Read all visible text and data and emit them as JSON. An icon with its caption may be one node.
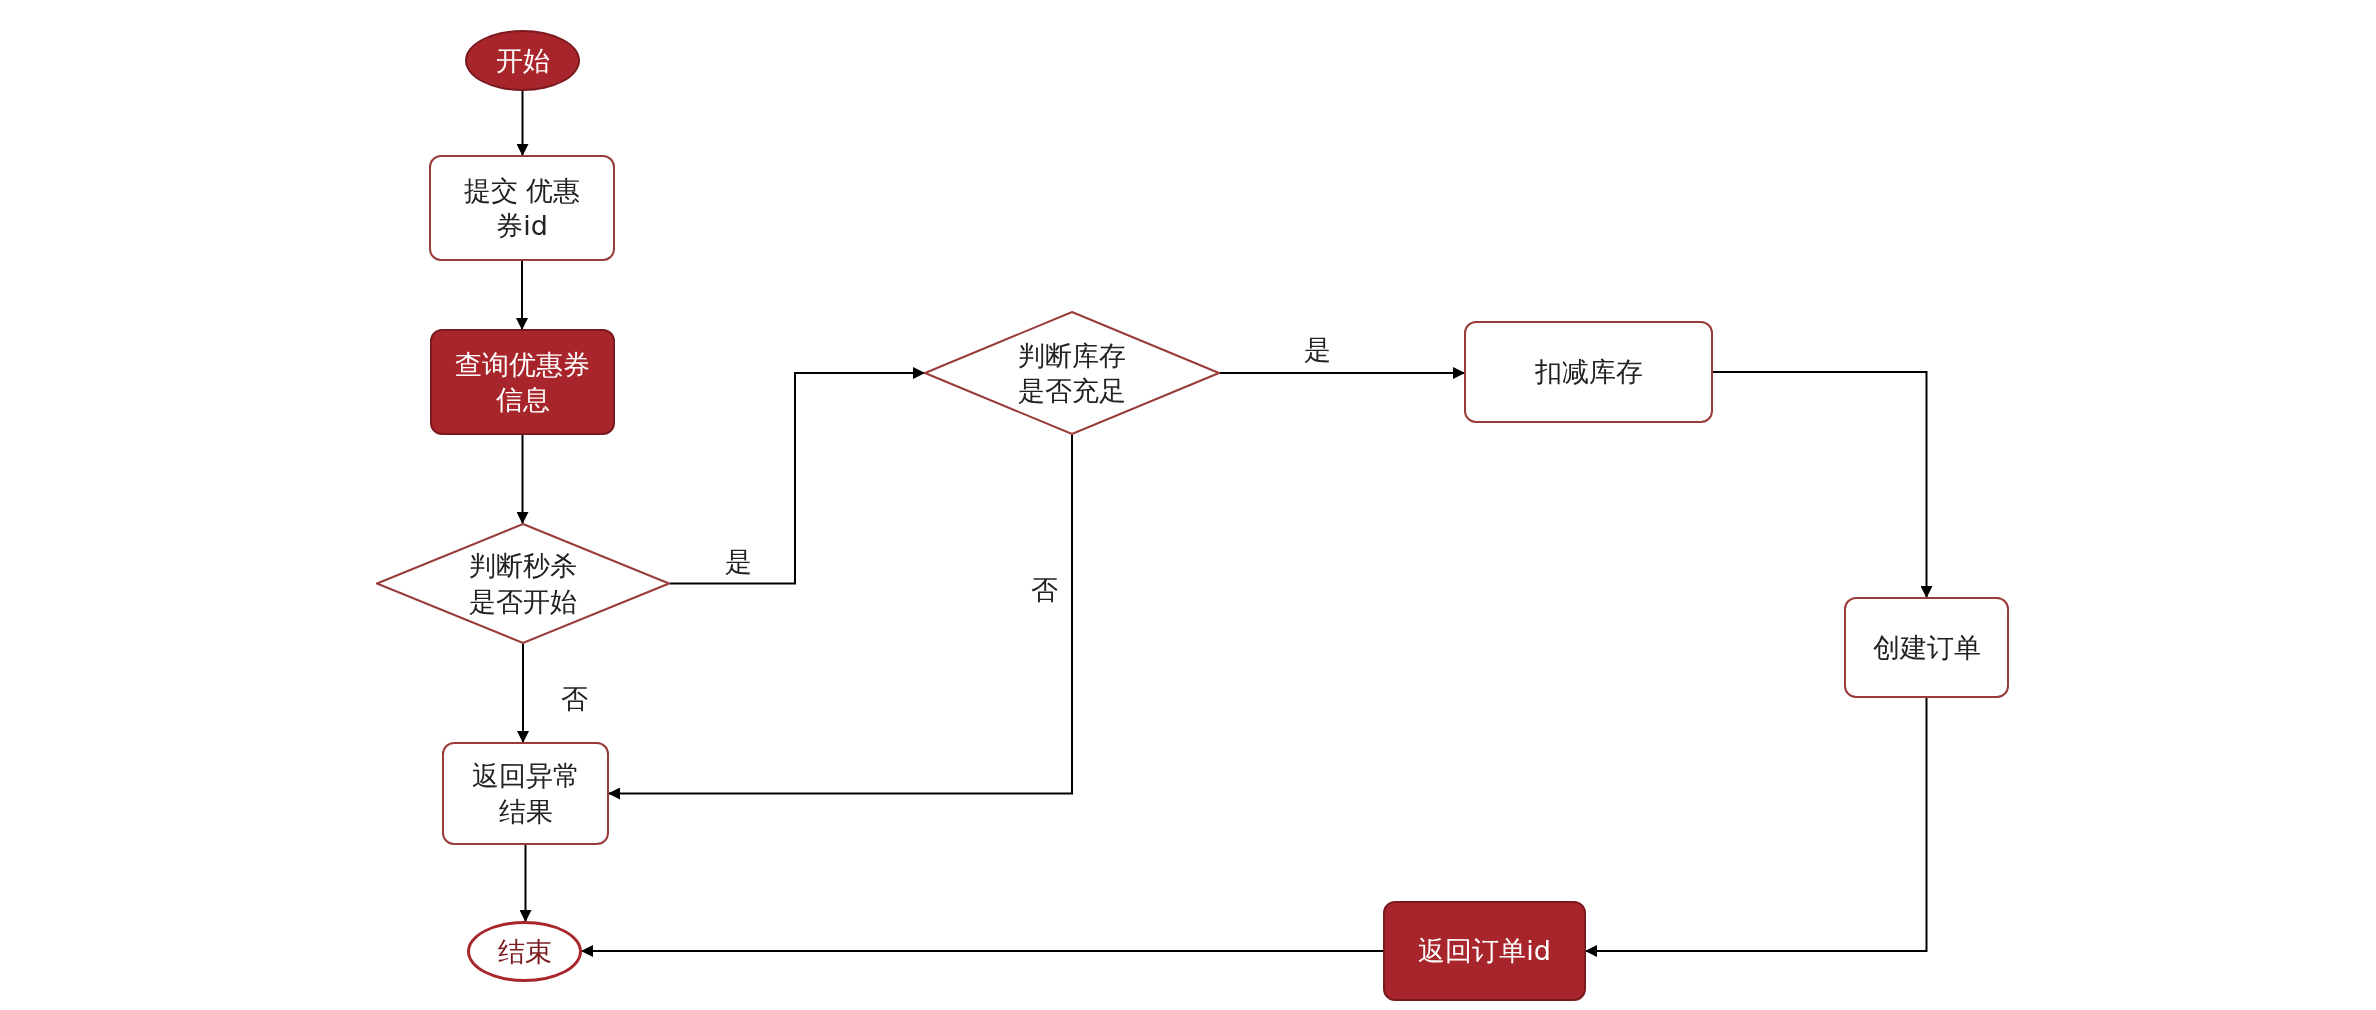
{
  "diagram": {
    "nodes": [
      {
        "text": [
          "开始"
        ]
      },
      {
        "text": [
          "提交 优惠券id"
        ]
      },
      {
        "text": [
          "查询优惠券信息"
        ]
      },
      {
        "text": [
          "判断秒杀是否开始"
        ]
      },
      {
        "text": [
          "返回异常结果"
        ]
      },
      {
        "text": [
          "结束"
        ]
      },
      {
        "text": [
          "判断库存是否充足"
        ]
      },
      {
        "text": [
          "扣减库存"
        ]
      },
      {
        "text": [
          "创建订单"
        ]
      },
      {
        "text": [
          "返回订单id"
        ]
      }
    ],
    "edges": [
      {
        "from": 0,
        "to": 1,
        "arrow": "to"
      },
      {
        "from": 1,
        "to": 2,
        "arrow": "to"
      },
      {
        "from": 2,
        "to": 3,
        "arrow": "to"
      },
      {
        "from": 3,
        "to": 6,
        "arrow": "to",
        "label": "是"
      },
      {
        "from": 3,
        "to": 4,
        "arrow": "to",
        "label": "否"
      },
      {
        "from": 4,
        "to": 5,
        "arrow": "to"
      },
      {
        "from": 6,
        "to": 7,
        "arrow": "to",
        "label": "是"
      },
      {
        "from": 6,
        "to": 4,
        "arrow": "to",
        "label": "否"
      },
      {
        "from": 7,
        "to": 8,
        "arrow": "to"
      },
      {
        "from": 8,
        "to": 9,
        "arrow": "to"
      },
      {
        "from": 9,
        "to": 5,
        "arrow": "to"
      }
    ]
  }
}
